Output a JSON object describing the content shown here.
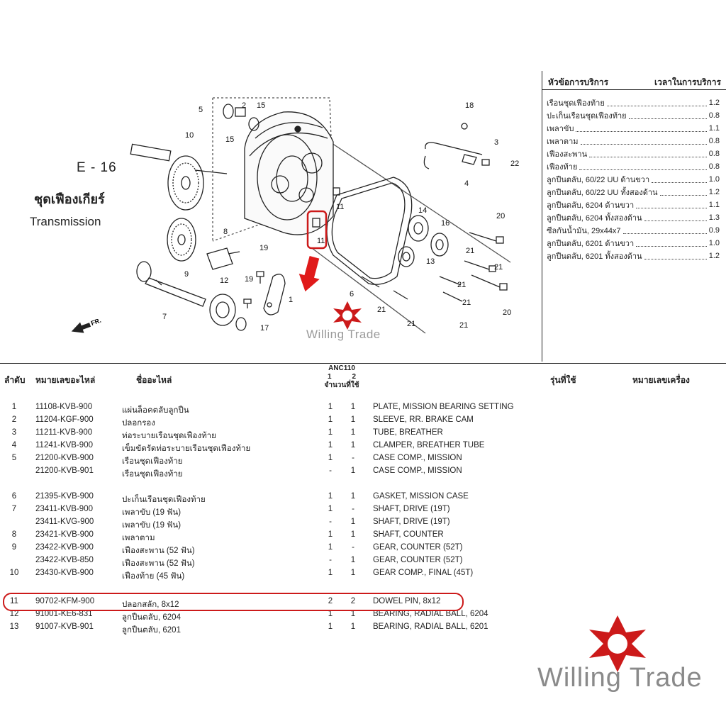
{
  "section": {
    "code": "E - 16",
    "title_th": "ชุดเฟืองเกียร์",
    "title_en": "Transmission"
  },
  "service_table": {
    "header_item": "หัวข้อการบริการ",
    "header_time": "เวลาในการบริการ",
    "rows": [
      {
        "name": "เรือนชุดเฟืองท้าย",
        "time": "1.2"
      },
      {
        "name": "ปะเก็นเรือนชุดเฟืองท้าย",
        "time": "0.8"
      },
      {
        "name": "เพลาขับ",
        "time": "1.1"
      },
      {
        "name": "เพลาตาม",
        "time": "0.8"
      },
      {
        "name": "เฟืองสะพาน",
        "time": "0.8"
      },
      {
        "name": "เฟืองท้าย",
        "time": "0.8"
      },
      {
        "name": "ลูกปืนตลับ, 60/22 UU ด้านขวา",
        "time": "1.0"
      },
      {
        "name": "ลูกปืนตลับ, 60/22 UU ทั้งสองด้าน",
        "time": "1.2"
      },
      {
        "name": "ลูกปืนตลับ, 6204 ด้านขวา",
        "time": "1.1"
      },
      {
        "name": "ลูกปืนตลับ, 6204 ทั้งสองด้าน",
        "time": "1.3"
      },
      {
        "name": "ซีลกันน้ำมัน, 29x44x7",
        "time": "0.9"
      },
      {
        "name": "ลูกปืนตลับ, 6201 ด้านขวา",
        "time": "1.0"
      },
      {
        "name": "ลูกปืนตลับ, 6201 ทั้งสองด้าน",
        "time": "1.2"
      }
    ]
  },
  "diagram": {
    "callouts": [
      "5",
      "2",
      "15",
      "15",
      "18",
      "10",
      "3",
      "22",
      "4",
      "11",
      "14",
      "16",
      "20",
      "8",
      "21",
      "19",
      "11",
      "13",
      "21",
      "9",
      "19",
      "12",
      "1",
      "6",
      "21",
      "21",
      "21",
      "20",
      "7",
      "17",
      "21",
      "21"
    ],
    "fr_label": "FR.",
    "brand_color": "#cc1a1a"
  },
  "watermark": {
    "small": "Willing Trade",
    "large": "Willing Trade"
  },
  "parts_table": {
    "headers": {
      "no": "ลำดับ",
      "part_no": "หมายเลขอะไหล่",
      "name": "ชื่ออะไหล่",
      "model_code": "ANC110",
      "col1": "1",
      "col2": "2",
      "qty": "จำนวนที่ใช้",
      "usage": "รุ่นที่ใช้",
      "engine_no": "หมายเลขเครื่อง"
    },
    "rows": [
      {
        "no": "1",
        "pn": "11108-KVB-900",
        "th": "แผ่นล็อคตลับลูกปืน",
        "q1": "1",
        "q2": "1",
        "en": "PLATE, MISSION BEARING SETTING"
      },
      {
        "no": "2",
        "pn": "11204-KGF-900",
        "th": "ปลอกรอง",
        "q1": "1",
        "q2": "1",
        "en": "SLEEVE, RR. BRAKE CAM"
      },
      {
        "no": "3",
        "pn": "11211-KVB-900",
        "th": "ท่อระบายเรือนชุดเฟืองท้าย",
        "q1": "1",
        "q2": "1",
        "en": "TUBE, BREATHER"
      },
      {
        "no": "4",
        "pn": "11241-KVB-900",
        "th": "เข็มขัดรัดท่อระบายเรือนชุดเฟืองท้าย",
        "q1": "1",
        "q2": "1",
        "en": "CLAMPER, BREATHER TUBE"
      },
      {
        "no": "5",
        "pn": "21200-KVB-900",
        "th": "เรือนชุดเฟืองท้าย",
        "q1": "1",
        "q2": "-",
        "en": "CASE COMP., MISSION"
      },
      {
        "no": "",
        "pn": "21200-KVB-901",
        "th": "เรือนชุดเฟืองท้าย",
        "q1": "-",
        "q2": "1",
        "en": "CASE COMP., MISSION"
      },
      {
        "no": "6",
        "pn": "21395-KVB-900",
        "th": "ปะเก็นเรือนชุดเฟืองท้าย",
        "q1": "1",
        "q2": "1",
        "en": "GASKET, MISSION CASE"
      },
      {
        "no": "7",
        "pn": "23411-KVB-900",
        "th": "เพลาขับ (19 ฟัน)",
        "q1": "1",
        "q2": "-",
        "en": "SHAFT, DRIVE (19T)"
      },
      {
        "no": "",
        "pn": "23411-KVG-900",
        "th": "เพลาขับ (19 ฟัน)",
        "q1": "-",
        "q2": "1",
        "en": "SHAFT, DRIVE (19T)"
      },
      {
        "no": "8",
        "pn": "23421-KVB-900",
        "th": "เพลาตาม",
        "q1": "1",
        "q2": "1",
        "en": "SHAFT, COUNTER"
      },
      {
        "no": "9",
        "pn": "23422-KVB-900",
        "th": "เฟืองสะพาน (52 ฟัน)",
        "q1": "1",
        "q2": "-",
        "en": "GEAR, COUNTER (52T)"
      },
      {
        "no": "",
        "pn": "23422-KVB-850",
        "th": "เฟืองสะพาน (52 ฟัน)",
        "q1": "-",
        "q2": "1",
        "en": "GEAR, COUNTER (52T)"
      },
      {
        "no": "10",
        "pn": "23430-KVB-900",
        "th": "เฟืองท้าย (45 ฟัน)",
        "q1": "1",
        "q2": "1",
        "en": "GEAR COMP., FINAL (45T)"
      },
      {
        "no": "11",
        "pn": "90702-KFM-900",
        "th": "ปลอกสลัก, 8x12",
        "q1": "2",
        "q2": "2",
        "en": "DOWEL PIN, 8x12"
      },
      {
        "no": "12",
        "pn": "91001-KE6-831",
        "th": "ลูกปืนตลับ, 6204",
        "q1": "1",
        "q2": "1",
        "en": "BEARING, RADIAL BALL, 6204"
      },
      {
        "no": "13",
        "pn": "91007-KVB-901",
        "th": "ลูกปืนตลับ, 6201",
        "q1": "1",
        "q2": "1",
        "en": "BEARING, RADIAL BALL, 6201"
      }
    ]
  }
}
